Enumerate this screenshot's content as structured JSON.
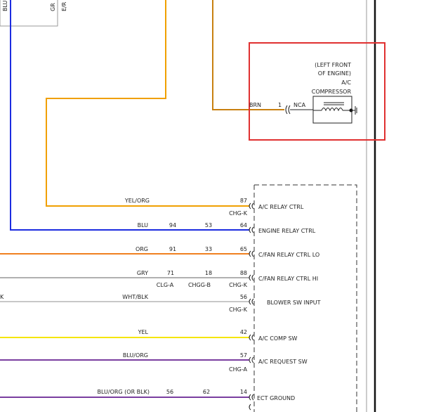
{
  "top_labels": {
    "left_blu": "BLU",
    "left_gr": "GR",
    "left_er": "E/R"
  },
  "compressor": {
    "location_line1": "(LEFT FRONT",
    "location_line2": "OF ENGINE)",
    "name_line1": "A/C",
    "name_line2": "COMPRESSOR",
    "wire_color": "BRN",
    "pin": "1",
    "nca": "NCA"
  },
  "highlight_color": "#e03030",
  "circuits": [
    {
      "color_label": "YEL/ORG",
      "c1": "",
      "c2": "",
      "pin": "87",
      "connector": "CHG-K",
      "function": "A/C RELAY CTRL",
      "stroke": "#f0a000"
    },
    {
      "color_label": "BLU",
      "c1": "94",
      "c2": "53",
      "pin": "64",
      "connector": "",
      "function": "ENGINE RELAY CTRL",
      "stroke": "#1c2ce0"
    },
    {
      "color_label": "ORG",
      "c1": "91",
      "c2": "33",
      "pin": "65",
      "connector": "",
      "function": "C/FAN RELAY CTRL LO",
      "stroke": "#f08020"
    },
    {
      "color_label": "GRY",
      "c1": "71",
      "c2": "18",
      "pin": "88",
      "connector": "CHG-K",
      "function": "C/FAN RELAY CTRL HI",
      "stroke": "#b0b0b0"
    },
    {
      "color_label": "WHT/BLK",
      "c1": "",
      "c2": "",
      "pin": "56",
      "connector": "CHG-K",
      "function": "BLOWER SW INPUT",
      "stroke": "#c8c8c8"
    },
    {
      "color_label": "YEL",
      "c1": "",
      "c2": "",
      "pin": "42",
      "connector": "",
      "function": "A/C COMP SW",
      "stroke": "#f5e600"
    },
    {
      "color_label": "BLU/ORG",
      "c1": "",
      "c2": "",
      "pin": "57",
      "connector": "CHG-A",
      "function": "A/C REQUEST SW",
      "stroke": "#7a3ea0"
    },
    {
      "color_label": "BLU/ORG (OR BLK)",
      "c1": "56",
      "c2": "62",
      "pin": "14",
      "connector": "",
      "function": "ECT GROUND",
      "stroke": "#7a3ea0"
    }
  ],
  "gry_row_labels": {
    "c1_label": "CLG-A",
    "c2_label": "CHGG-B"
  },
  "left_edge_k": "K"
}
